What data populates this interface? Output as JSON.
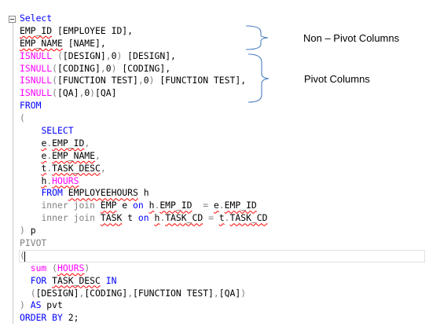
{
  "editor": {
    "lines": [
      [
        {
          "t": "Select",
          "c": "kw"
        }
      ],
      [
        {
          "t": "EMP_ID",
          "c": "sq"
        },
        {
          "t": " [EMPLOYEE ID],"
        }
      ],
      [
        {
          "t": "EMP_NAME",
          "c": "sq"
        },
        {
          "t": " [NAME],"
        }
      ],
      [
        {
          "t": "ISNULL",
          "c": "fn"
        },
        {
          "t": " (",
          "c": "gr"
        },
        {
          "t": "[DESIGN]"
        },
        {
          "t": ",",
          "c": "gr"
        },
        {
          "t": "0"
        },
        {
          "t": ")",
          "c": "gr"
        },
        {
          "t": " [DESIGN],"
        }
      ],
      [
        {
          "t": "ISNULL",
          "c": "fn"
        },
        {
          "t": "(",
          "c": "gr"
        },
        {
          "t": "[CODING]"
        },
        {
          "t": ",",
          "c": "gr"
        },
        {
          "t": "0"
        },
        {
          "t": ")",
          "c": "gr"
        },
        {
          "t": " [CODING],"
        }
      ],
      [
        {
          "t": "ISNULL",
          "c": "fn"
        },
        {
          "t": "(",
          "c": "gr"
        },
        {
          "t": "[FUNCTION TEST]"
        },
        {
          "t": ",",
          "c": "gr"
        },
        {
          "t": "0"
        },
        {
          "t": ")",
          "c": "gr"
        },
        {
          "t": " [FUNCTION TEST],"
        }
      ],
      [
        {
          "t": "ISNULL",
          "c": "fn"
        },
        {
          "t": "(",
          "c": "gr"
        },
        {
          "t": "[QA]"
        },
        {
          "t": ",",
          "c": "gr"
        },
        {
          "t": "0"
        },
        {
          "t": ")",
          "c": "gr"
        },
        {
          "t": "[QA]"
        }
      ],
      [
        {
          "t": "FROM",
          "c": "kw"
        }
      ],
      [
        {
          "t": "(",
          "c": "gr"
        }
      ],
      [
        {
          "t": "    "
        },
        {
          "t": "SELECT",
          "c": "kw"
        }
      ],
      [
        {
          "t": "    "
        },
        {
          "t": "e",
          "c": "sq"
        },
        {
          "t": ".",
          "c": "gr"
        },
        {
          "t": "EMP_ID",
          "c": "sq"
        },
        {
          "t": ",",
          "c": "gr"
        }
      ],
      [
        {
          "t": "    "
        },
        {
          "t": "e",
          "c": "sq"
        },
        {
          "t": ".",
          "c": "gr"
        },
        {
          "t": "EMP_NAME",
          "c": "sq"
        },
        {
          "t": ",",
          "c": "gr"
        }
      ],
      [
        {
          "t": "    "
        },
        {
          "t": "t",
          "c": "sq"
        },
        {
          "t": ".",
          "c": "gr"
        },
        {
          "t": "TASK_DESC",
          "c": "sq"
        },
        {
          "t": ",",
          "c": "gr"
        }
      ],
      [
        {
          "t": "    "
        },
        {
          "t": "h",
          "c": "sq"
        },
        {
          "t": ".",
          "c": "gr"
        },
        {
          "t": "HOURS",
          "c": "fn sq"
        }
      ],
      [
        {
          "t": "    "
        },
        {
          "t": "FROM",
          "c": "kw"
        },
        {
          "t": " "
        },
        {
          "t": "EMPLOYEEHOURS",
          "c": "sq"
        },
        {
          "t": " h"
        }
      ],
      [
        {
          "t": "    "
        },
        {
          "t": "inner join",
          "c": "gr"
        },
        {
          "t": " "
        },
        {
          "t": "EMP",
          "c": "sq"
        },
        {
          "t": " e "
        },
        {
          "t": "on",
          "c": "kw"
        },
        {
          "t": " "
        },
        {
          "t": "h",
          "c": "sq"
        },
        {
          "t": ".",
          "c": "gr"
        },
        {
          "t": "EMP_ID",
          "c": "sq"
        },
        {
          "t": "  "
        },
        {
          "t": "=",
          "c": "gr"
        },
        {
          "t": " "
        },
        {
          "t": "e",
          "c": "sq"
        },
        {
          "t": ".",
          "c": "gr"
        },
        {
          "t": "EMP_ID",
          "c": "sq"
        }
      ],
      [
        {
          "t": "    "
        },
        {
          "t": "inner join",
          "c": "gr"
        },
        {
          "t": " "
        },
        {
          "t": "TASK",
          "c": "sq"
        },
        {
          "t": " t "
        },
        {
          "t": "on",
          "c": "kw"
        },
        {
          "t": " "
        },
        {
          "t": "h",
          "c": "sq"
        },
        {
          "t": ".",
          "c": "gr"
        },
        {
          "t": "TASK_CD",
          "c": "sq"
        },
        {
          "t": " "
        },
        {
          "t": "=",
          "c": "gr"
        },
        {
          "t": " "
        },
        {
          "t": "t",
          "c": "sq"
        },
        {
          "t": ".",
          "c": "gr"
        },
        {
          "t": "TASK_CD",
          "c": "sq"
        }
      ],
      [
        {
          "t": ")",
          "c": "gr"
        },
        {
          "t": " p"
        }
      ],
      [
        {
          "t": "PIVOT",
          "c": "gr"
        }
      ],
      [
        {
          "t": "(",
          "c": "gr"
        }
      ],
      [
        {
          "t": "  "
        },
        {
          "t": "sum",
          "c": "fn"
        },
        {
          "t": " ",
          "c": "gr"
        },
        {
          "t": "(",
          "c": "gr"
        },
        {
          "t": "HOURS",
          "c": "fn sq"
        },
        {
          "t": ")",
          "c": "gr"
        }
      ],
      [
        {
          "t": "  "
        },
        {
          "t": "FOR",
          "c": "kw"
        },
        {
          "t": " "
        },
        {
          "t": "TASK_DESC",
          "c": "sq"
        },
        {
          "t": " "
        },
        {
          "t": "IN",
          "c": "kw"
        }
      ],
      [
        {
          "t": "  "
        },
        {
          "t": "(",
          "c": "gr"
        },
        {
          "t": "[DESIGN]"
        },
        {
          "t": ",",
          "c": "gr"
        },
        {
          "t": "[CODING]"
        },
        {
          "t": ",",
          "c": "gr"
        },
        {
          "t": "[FUNCTION TEST]"
        },
        {
          "t": ",",
          "c": "gr"
        },
        {
          "t": "[QA]"
        },
        {
          "t": ")",
          "c": "gr"
        }
      ],
      [
        {
          "t": ")",
          "c": "gr"
        },
        {
          "t": " "
        },
        {
          "t": "AS",
          "c": "kw"
        },
        {
          "t": " pvt"
        }
      ],
      [
        {
          "t": "ORDER BY",
          "c": "kw"
        },
        {
          "t": " 2;"
        }
      ]
    ]
  },
  "annotations": {
    "non_pivot": "Non – Pivot Columns",
    "pivot": "Pivot Columns"
  }
}
